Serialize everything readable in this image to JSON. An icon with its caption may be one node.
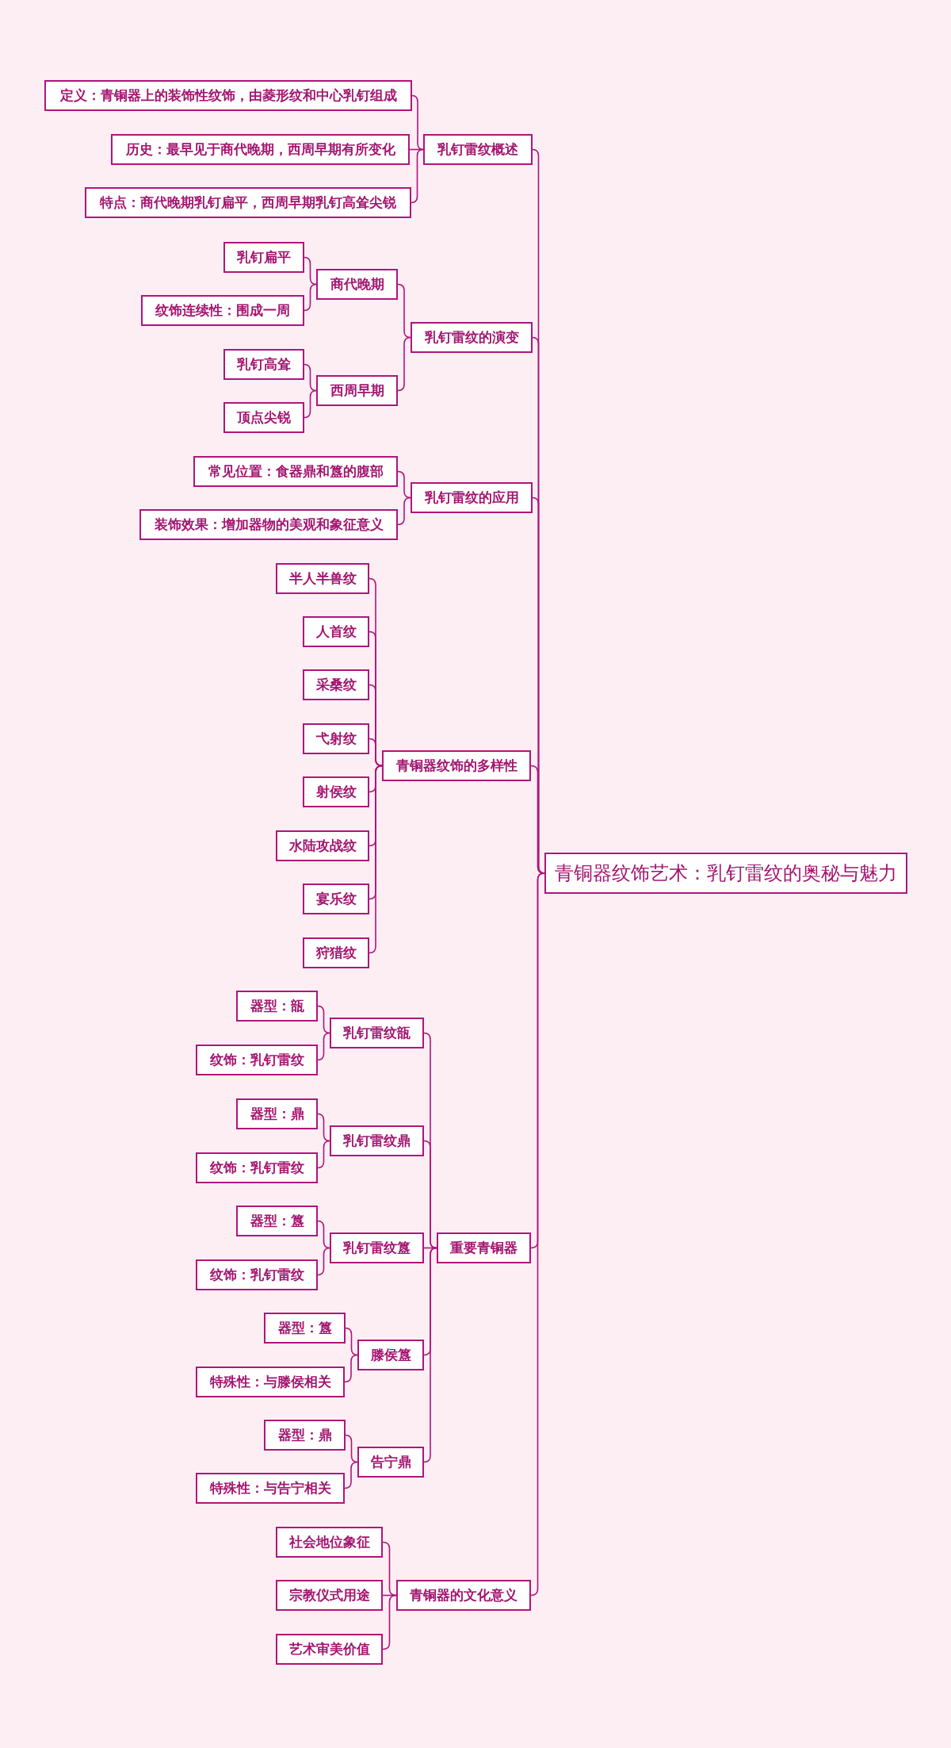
{
  "diagram": {
    "nodes": [
      {
        "text": [
          "青铜器纹饰艺术：乳钉雷纹的奥秘与魅力"
        ]
      },
      {
        "text": [
          "乳钉雷纹概述"
        ]
      },
      {
        "text": [
          "定义：青铜器上的装饰性纹饰，由菱形纹和中心乳钉组成"
        ]
      },
      {
        "text": [
          "历史：最早见于商代晚期，西周早期有所变化"
        ]
      },
      {
        "text": [
          "特点：商代晚期乳钉扁平，西周早期乳钉高耸尖锐"
        ]
      },
      {
        "text": [
          "乳钉雷纹的演变"
        ]
      },
      {
        "text": [
          "商代晚期"
        ]
      },
      {
        "text": [
          "乳钉扁平"
        ]
      },
      {
        "text": [
          "纹饰连续性：围成一周"
        ]
      },
      {
        "text": [
          "西周早期"
        ]
      },
      {
        "text": [
          "乳钉高耸"
        ]
      },
      {
        "text": [
          "顶点尖锐"
        ]
      },
      {
        "text": [
          "乳钉雷纹的应用"
        ]
      },
      {
        "text": [
          "常见位置：食器鼎和簋的腹部"
        ]
      },
      {
        "text": [
          "装饰效果：增加器物的美观和象征意义"
        ]
      },
      {
        "text": [
          "青铜器纹饰的多样性"
        ]
      },
      {
        "text": [
          "半人半兽纹"
        ]
      },
      {
        "text": [
          "人首纹"
        ]
      },
      {
        "text": [
          "采桑纹"
        ]
      },
      {
        "text": [
          "弋射纹"
        ]
      },
      {
        "text": [
          "射侯纹"
        ]
      },
      {
        "text": [
          "水陆攻战纹"
        ]
      },
      {
        "text": [
          "宴乐纹"
        ]
      },
      {
        "text": [
          "狩猎纹"
        ]
      },
      {
        "text": [
          "重要青铜器"
        ]
      },
      {
        "text": [
          "乳钉雷纹瓿"
        ]
      },
      {
        "text": [
          "器型：瓿"
        ]
      },
      {
        "text": [
          "纹饰：乳钉雷纹"
        ]
      },
      {
        "text": [
          "乳钉雷纹鼎"
        ]
      },
      {
        "text": [
          "器型：鼎"
        ]
      },
      {
        "text": [
          "纹饰：乳钉雷纹"
        ]
      },
      {
        "text": [
          "乳钉雷纹簋"
        ]
      },
      {
        "text": [
          "器型：簋"
        ]
      },
      {
        "text": [
          "纹饰：乳钉雷纹"
        ]
      },
      {
        "text": [
          "滕侯簋"
        ]
      },
      {
        "text": [
          "器型：簋"
        ]
      },
      {
        "text": [
          "特殊性：与滕侯相关"
        ]
      },
      {
        "text": [
          "告宁鼎"
        ]
      },
      {
        "text": [
          "器型：鼎"
        ]
      },
      {
        "text": [
          "特殊性：与告宁相关"
        ]
      },
      {
        "text": [
          "青铜器的文化意义"
        ]
      },
      {
        "text": [
          "社会地位象征"
        ]
      },
      {
        "text": [
          "宗教仪式用途"
        ]
      },
      {
        "text": [
          "艺术审美价值"
        ]
      }
    ],
    "edges": [
      {
        "from": 0,
        "to": 1,
        "arrow": "none"
      },
      {
        "from": 1,
        "to": 2,
        "arrow": "none"
      },
      {
        "from": 1,
        "to": 3,
        "arrow": "none"
      },
      {
        "from": 1,
        "to": 4,
        "arrow": "none"
      },
      {
        "from": 0,
        "to": 5,
        "arrow": "none"
      },
      {
        "from": 5,
        "to": 6,
        "arrow": "none"
      },
      {
        "from": 6,
        "to": 7,
        "arrow": "none"
      },
      {
        "from": 6,
        "to": 8,
        "arrow": "none"
      },
      {
        "from": 5,
        "to": 9,
        "arrow": "none"
      },
      {
        "from": 9,
        "to": 10,
        "arrow": "none"
      },
      {
        "from": 9,
        "to": 11,
        "arrow": "none"
      },
      {
        "from": 0,
        "to": 12,
        "arrow": "none"
      },
      {
        "from": 12,
        "to": 13,
        "arrow": "none"
      },
      {
        "from": 12,
        "to": 14,
        "arrow": "none"
      },
      {
        "from": 0,
        "to": 15,
        "arrow": "none"
      },
      {
        "from": 15,
        "to": 16,
        "arrow": "none"
      },
      {
        "from": 15,
        "to": 17,
        "arrow": "none"
      },
      {
        "from": 15,
        "to": 18,
        "arrow": "none"
      },
      {
        "from": 15,
        "to": 19,
        "arrow": "none"
      },
      {
        "from": 15,
        "to": 20,
        "arrow": "none"
      },
      {
        "from": 15,
        "to": 21,
        "arrow": "none"
      },
      {
        "from": 15,
        "to": 22,
        "arrow": "none"
      },
      {
        "from": 15,
        "to": 23,
        "arrow": "none"
      },
      {
        "from": 0,
        "to": 24,
        "arrow": "none"
      },
      {
        "from": 24,
        "to": 25,
        "arrow": "none"
      },
      {
        "from": 25,
        "to": 26,
        "arrow": "none"
      },
      {
        "from": 25,
        "to": 27,
        "arrow": "none"
      },
      {
        "from": 24,
        "to": 28,
        "arrow": "none"
      },
      {
        "from": 28,
        "to": 29,
        "arrow": "none"
      },
      {
        "from": 28,
        "to": 30,
        "arrow": "none"
      },
      {
        "from": 24,
        "to": 31,
        "arrow": "none"
      },
      {
        "from": 31,
        "to": 32,
        "arrow": "none"
      },
      {
        "from": 31,
        "to": 33,
        "arrow": "none"
      },
      {
        "from": 24,
        "to": 34,
        "arrow": "none"
      },
      {
        "from": 34,
        "to": 35,
        "arrow": "none"
      },
      {
        "from": 34,
        "to": 36,
        "arrow": "none"
      },
      {
        "from": 24,
        "to": 37,
        "arrow": "none"
      },
      {
        "from": 37,
        "to": 38,
        "arrow": "none"
      },
      {
        "from": 37,
        "to": 39,
        "arrow": "none"
      },
      {
        "from": 0,
        "to": 40,
        "arrow": "none"
      },
      {
        "from": 40,
        "to": 41,
        "arrow": "none"
      },
      {
        "from": 40,
        "to": 42,
        "arrow": "none"
      },
      {
        "from": 40,
        "to": 43,
        "arrow": "none"
      }
    ]
  }
}
